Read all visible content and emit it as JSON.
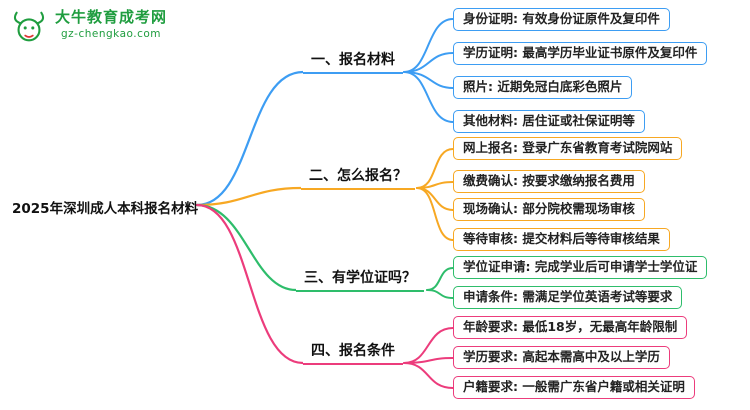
{
  "logo": {
    "site_name": "大牛教育成考网",
    "site_url": "gz-chengkao.com",
    "brand_color": "#1f9d3f"
  },
  "main_topic": "2025年深圳成人本科报名材料",
  "branches": [
    {
      "label": "一、报名材料",
      "color": "#3d9df3",
      "items": [
        "身份证明: 有效身份证原件及复印件",
        "学历证明: 最高学历毕业证书原件及复印件",
        "照片: 近期免冠白底彩色照片",
        "其他材料: 居住证或社保证明等"
      ]
    },
    {
      "label": "二、怎么报名？",
      "color": "#f7a823",
      "items": [
        "网上报名: 登录广东省教育考试院网站",
        "缴费确认: 按要求缴纳报名费用",
        "现场确认: 部分院校需现场审核",
        "等待审核: 提交材料后等待审核结果"
      ]
    },
    {
      "label": "三、有学位证吗？",
      "color": "#2ebd6b",
      "items": [
        "学位证申请: 完成学业后可申请学士学位证",
        "申请条件: 需满足学位英语考试等要求"
      ]
    },
    {
      "label": "四、报名条件",
      "color": "#ec3c7c",
      "items": [
        "年龄要求: 最低18岁，无最高年龄限制",
        "学历要求: 高起本需高中及以上学历",
        "户籍要求: 一般需广东省户籍或相关证明"
      ]
    }
  ]
}
